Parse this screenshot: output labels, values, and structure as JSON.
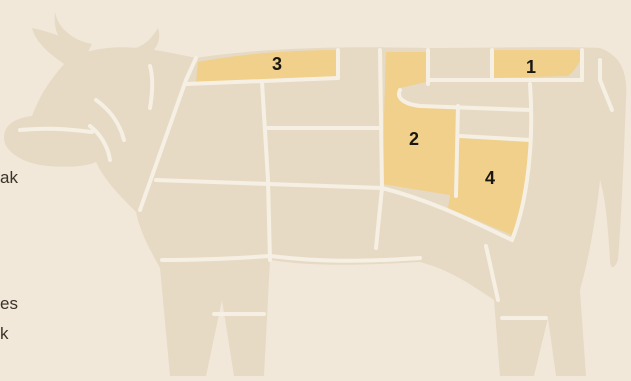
{
  "side_texts": [
    "ak",
    "es",
    "k"
  ],
  "cut_labels": [
    "1",
    "2",
    "3",
    "4"
  ],
  "colors": {
    "background": "#f1e8da",
    "body": "#e6dac4",
    "highlight": "#f0d08a",
    "outline": "#f6efe3",
    "label": "#1a1712"
  }
}
